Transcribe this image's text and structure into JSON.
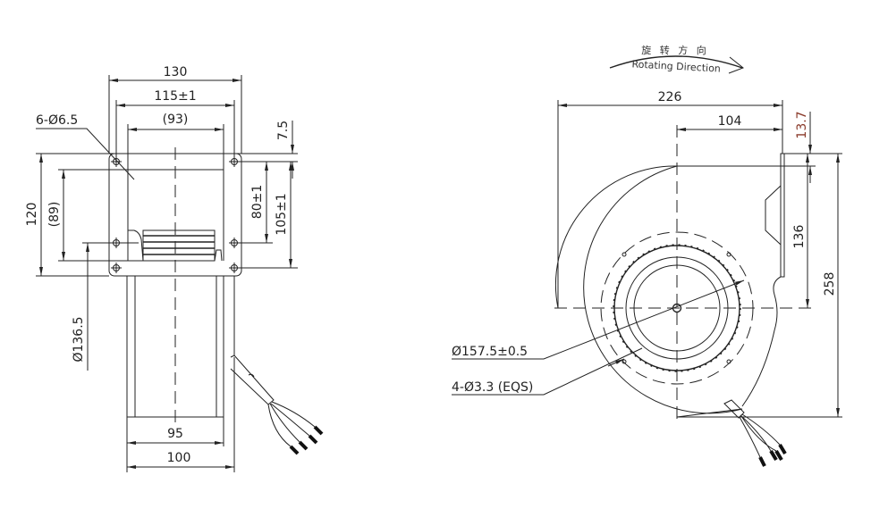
{
  "side_view": {
    "dims": {
      "overall_width": "130",
      "hole_pitch_w": "115±1",
      "inlet_width": "(93)",
      "hole_offset": "7.5",
      "overall_height": "120",
      "inner_height": "(89)",
      "hole_pitch_80": "80±1",
      "hole_pitch_105": "105±1",
      "impeller_dia": "Ø136.5",
      "body_width": "95",
      "total_depth": "100"
    },
    "hole_callout": "6-Ø6.5"
  },
  "front_view": {
    "rotation": {
      "label_cn": "旋 转 方 向",
      "label_en": "Rotating Direction"
    },
    "dims": {
      "overall_width": "226",
      "center_to_outlet": "104",
      "outlet_offset": "13.7",
      "outlet_height": "136",
      "overall_height": "258"
    },
    "callouts": {
      "bolt_circle": "Ø157.5±0.5",
      "mount_holes": "4-Ø3.3 (EQS)"
    },
    "colors": {
      "offset_dim": "#8a3a2a"
    }
  }
}
